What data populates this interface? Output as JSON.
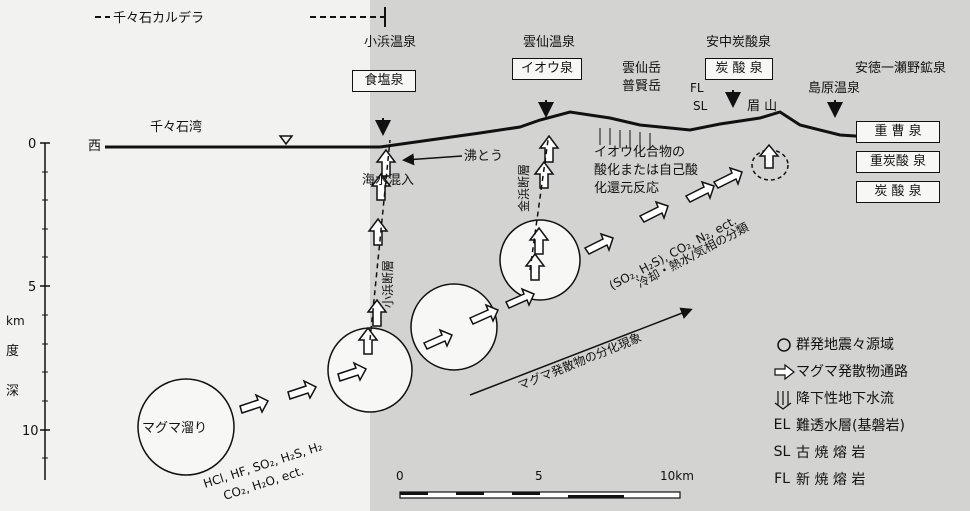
{
  "caldera": "千々石カルデラ",
  "bay": "千々石湾",
  "west": "西",
  "depth_axis": {
    "label_deep": "深",
    "label_du": "度",
    "label_km": "km",
    "ticks": [
      "0",
      "5",
      "10"
    ]
  },
  "springs": {
    "obama": {
      "name": "小浜温泉",
      "type": "食塩泉"
    },
    "unzen": {
      "name": "雲仙温泉",
      "type": "イオウ泉"
    },
    "anchu": {
      "name": "安中炭酸泉",
      "type": "炭 酸 泉"
    },
    "shimabara": {
      "name": "島原温泉"
    },
    "antoku": {
      "name": "安徳一瀬野鉱泉"
    }
  },
  "mountains": {
    "unzen": "雲仙岳",
    "fugen": "普賢岳",
    "mayu": "眉 山",
    "fl": "FL",
    "sl": "SL"
  },
  "right_boxes": [
    "重 曹 泉",
    "重炭酸   泉",
    "炭 酸 泉"
  ],
  "annotations": {
    "seawater": "海水混入",
    "boiling": "沸とう",
    "sulfur_oxidation": [
      "イオウ化合物の",
      "酸化または自己酸",
      "化還元反応"
    ],
    "obama_fault": "小浜断層",
    "kanagane_fault": "金浜断層",
    "gases_upper": "(SO₂, H₂S), CO₂, N₂, ect.",
    "cooling": "冷却・熱水/気相の分類",
    "differentiation": "マグマ発散物の分化現象",
    "magma_chamber": "マグマ溜り",
    "gases_lower_1": "HCl, HF, SO₂, H₂S, H₂",
    "gases_lower_2": "CO₂, H₂O, ect."
  },
  "scale": {
    "ticks": [
      "0",
      "5",
      "10km"
    ]
  },
  "legend": [
    {
      "icon": "circle-icon",
      "label": "群発地震々源域"
    },
    {
      "icon": "arrow-icon",
      "label": "マグマ発散物通路"
    },
    {
      "icon": "down-arrows-icon",
      "label": "降下性地下水流"
    },
    {
      "icon": "el",
      "label": "難透水層(基磐岩)",
      "sym": "EL"
    },
    {
      "icon": "sl",
      "label": "古 焼 熔 岩",
      "sym": "SL"
    },
    {
      "icon": "fl",
      "label": "新 焼 熔 岩",
      "sym": "FL"
    }
  ]
}
